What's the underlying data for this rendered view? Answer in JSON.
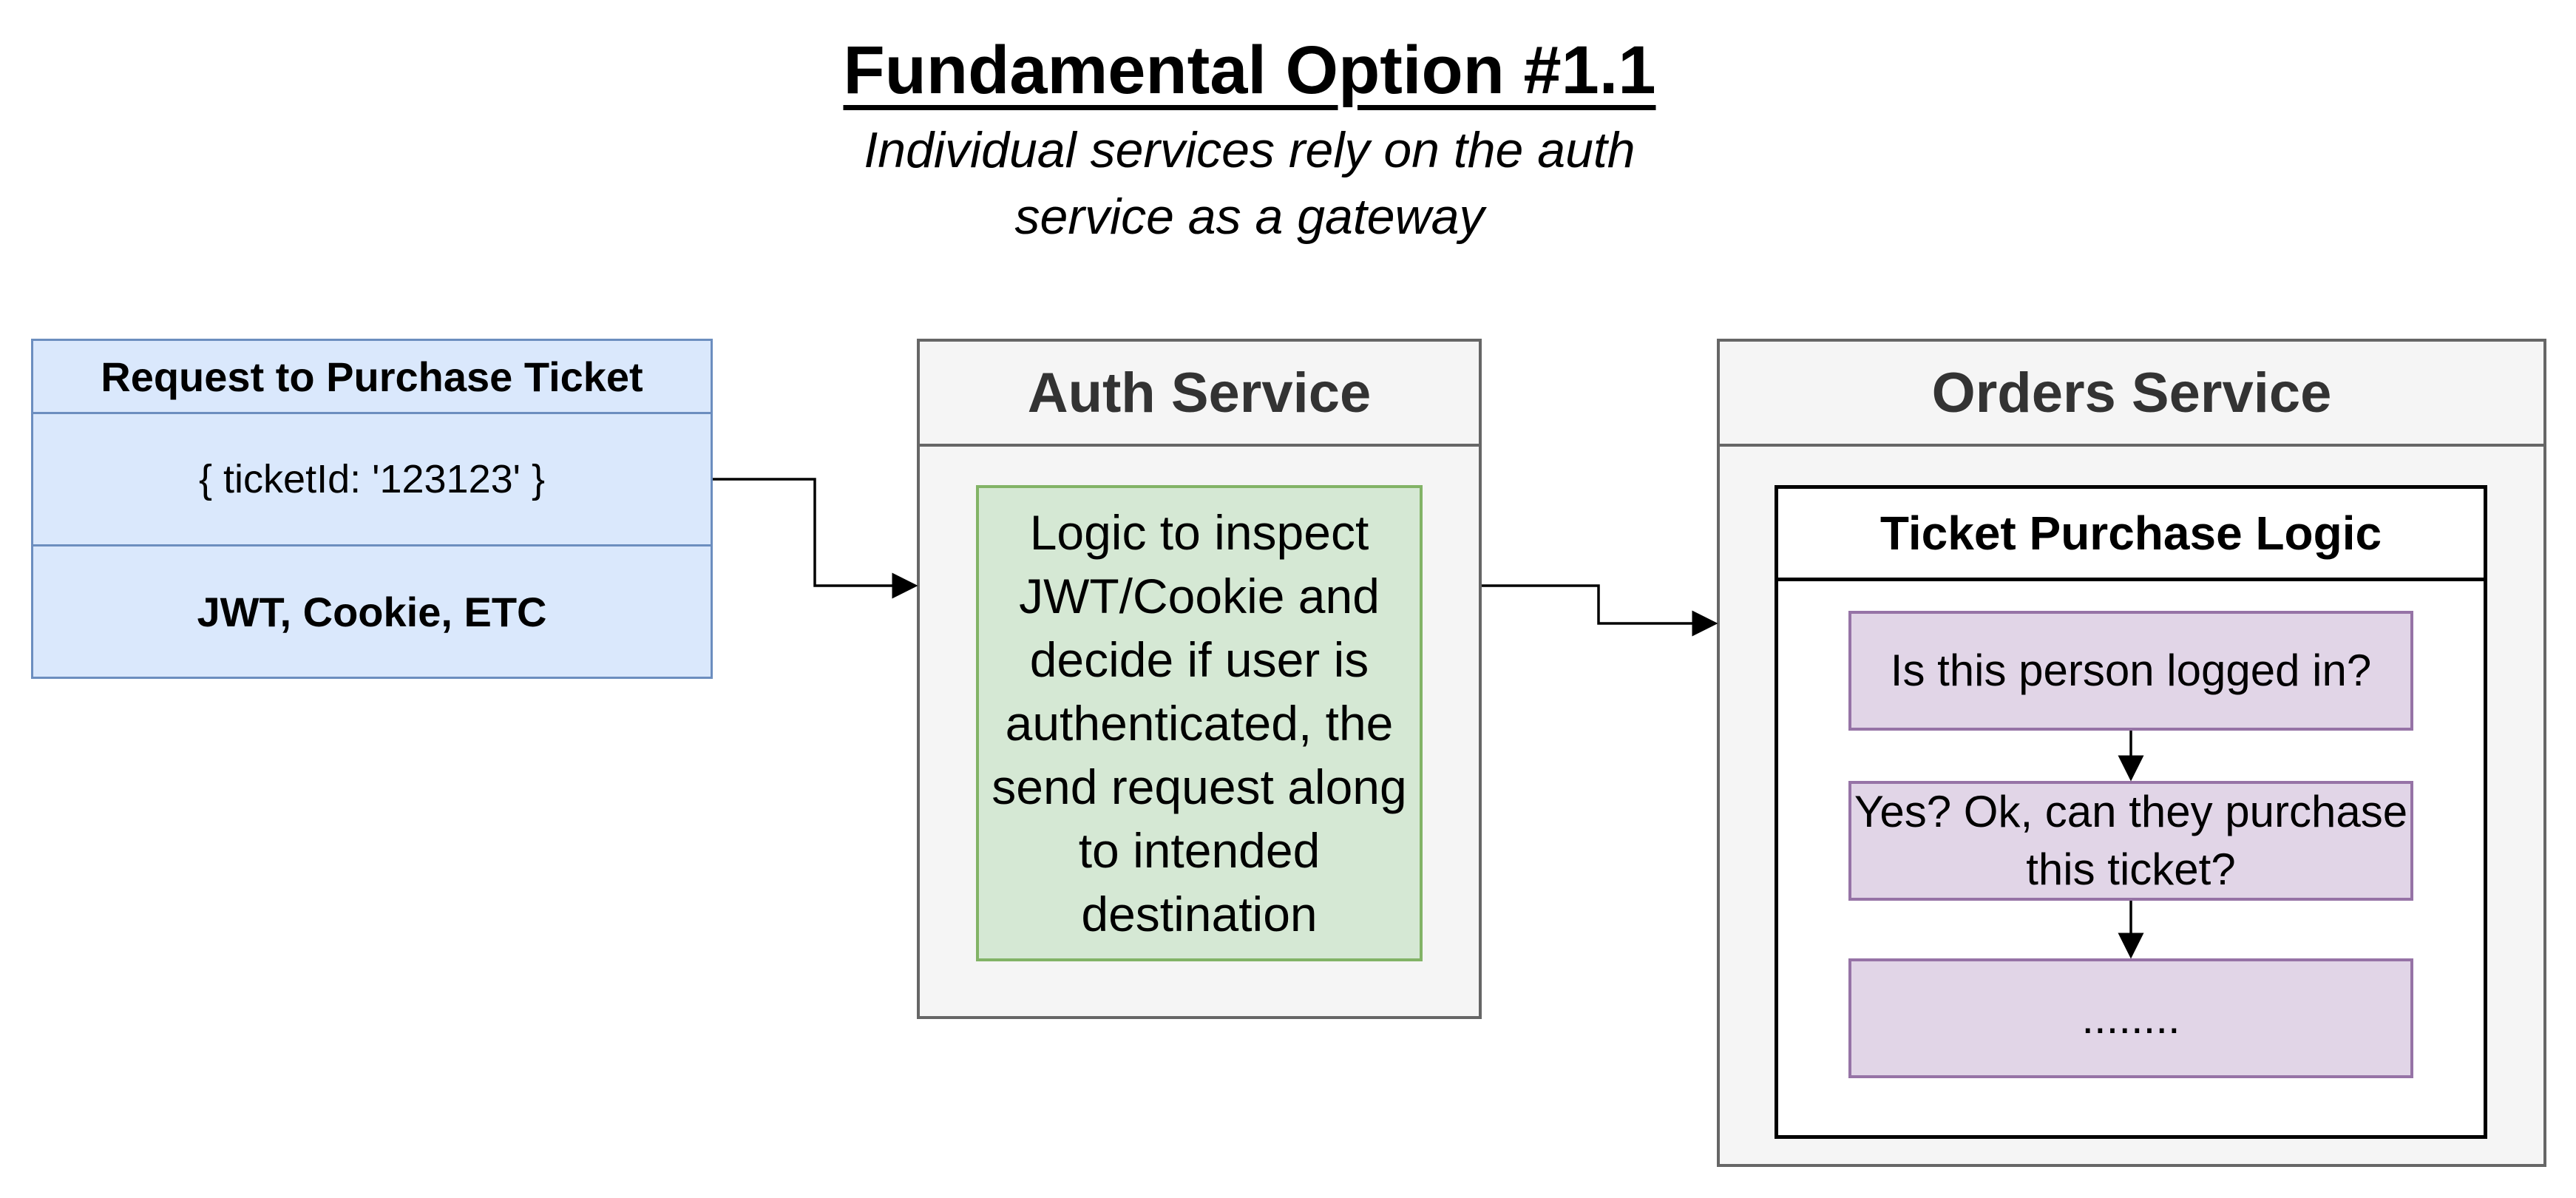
{
  "title": "Fundamental Option #1.1",
  "subtitle": "Individual services rely on the auth service as a gateway",
  "request": {
    "header": "Request to Purchase Ticket",
    "body": "{ ticketId: '123123' }",
    "footer": "JWT, Cookie, ETC"
  },
  "auth_service": {
    "title": "Auth Service",
    "logic": "Logic to inspect JWT/Cookie and decide if user is authenticated, the send request along to intended destination"
  },
  "orders_service": {
    "title": "Orders Service",
    "ticket_logic": {
      "title": "Ticket Purchase Logic",
      "steps": [
        "Is this person logged in?",
        "Yes? Ok, can they purchase this ticket?",
        "........"
      ]
    }
  },
  "colors": {
    "request_fill": "#dae8fc",
    "request_stroke": "#6c8ebf",
    "service_fill": "#f5f5f5",
    "service_stroke": "#666666",
    "logic_fill": "#d5e8d4",
    "logic_stroke": "#82b366",
    "step_fill": "#e1d5e7",
    "step_stroke": "#9673a6"
  }
}
